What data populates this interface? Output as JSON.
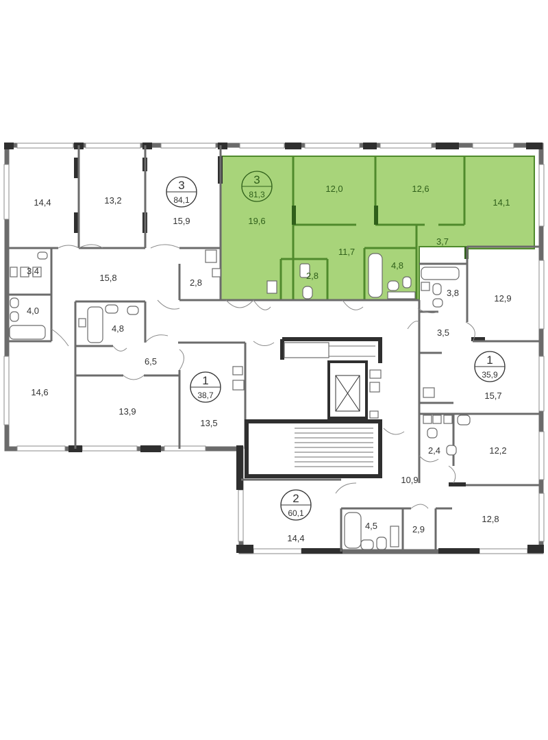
{
  "colors": {
    "highlight_fill": "#a8d47a",
    "highlight_text": "#2f5f1a",
    "wall": "#6b6b6b",
    "core": "#2f2f2f"
  },
  "apartments": [
    {
      "id": "apt-3-84",
      "rooms": "3",
      "total": "84,1"
    },
    {
      "id": "apt-3-81",
      "rooms": "3",
      "total": "81,3",
      "highlighted": true
    },
    {
      "id": "apt-1-38",
      "rooms": "1",
      "total": "38,7"
    },
    {
      "id": "apt-1-35",
      "rooms": "1",
      "total": "35,9"
    },
    {
      "id": "apt-2-60",
      "rooms": "2",
      "total": "60,1"
    }
  ],
  "rooms": {
    "r14_4_top": "14,4",
    "r13_2": "13,2",
    "r15_9": "15,9",
    "r3_4": "3,4",
    "r15_8": "15,8",
    "r2_8_left": "2,8",
    "r4_0": "4,0",
    "r4_8_left": "4,8",
    "r6_5": "6,5",
    "r14_6": "14,6",
    "r13_9": "13,9",
    "r13_5": "13,5",
    "h19_6": "19,6",
    "h12_0": "12,0",
    "h12_6": "12,6",
    "h14_1": "14,1",
    "h11_7": "11,7",
    "h3_7": "3,7",
    "h2_8": "2,8",
    "h4_8": "4,8",
    "r3_8": "3,8",
    "r12_9": "12,9",
    "r3_5": "3,5",
    "r15_7": "15,7",
    "r2_4": "2,4",
    "r12_2": "12,2",
    "r10_9": "10,9",
    "r12_8": "12,8",
    "r14_4_bottom": "14,4",
    "r4_5": "4,5",
    "r2_9": "2,9"
  }
}
